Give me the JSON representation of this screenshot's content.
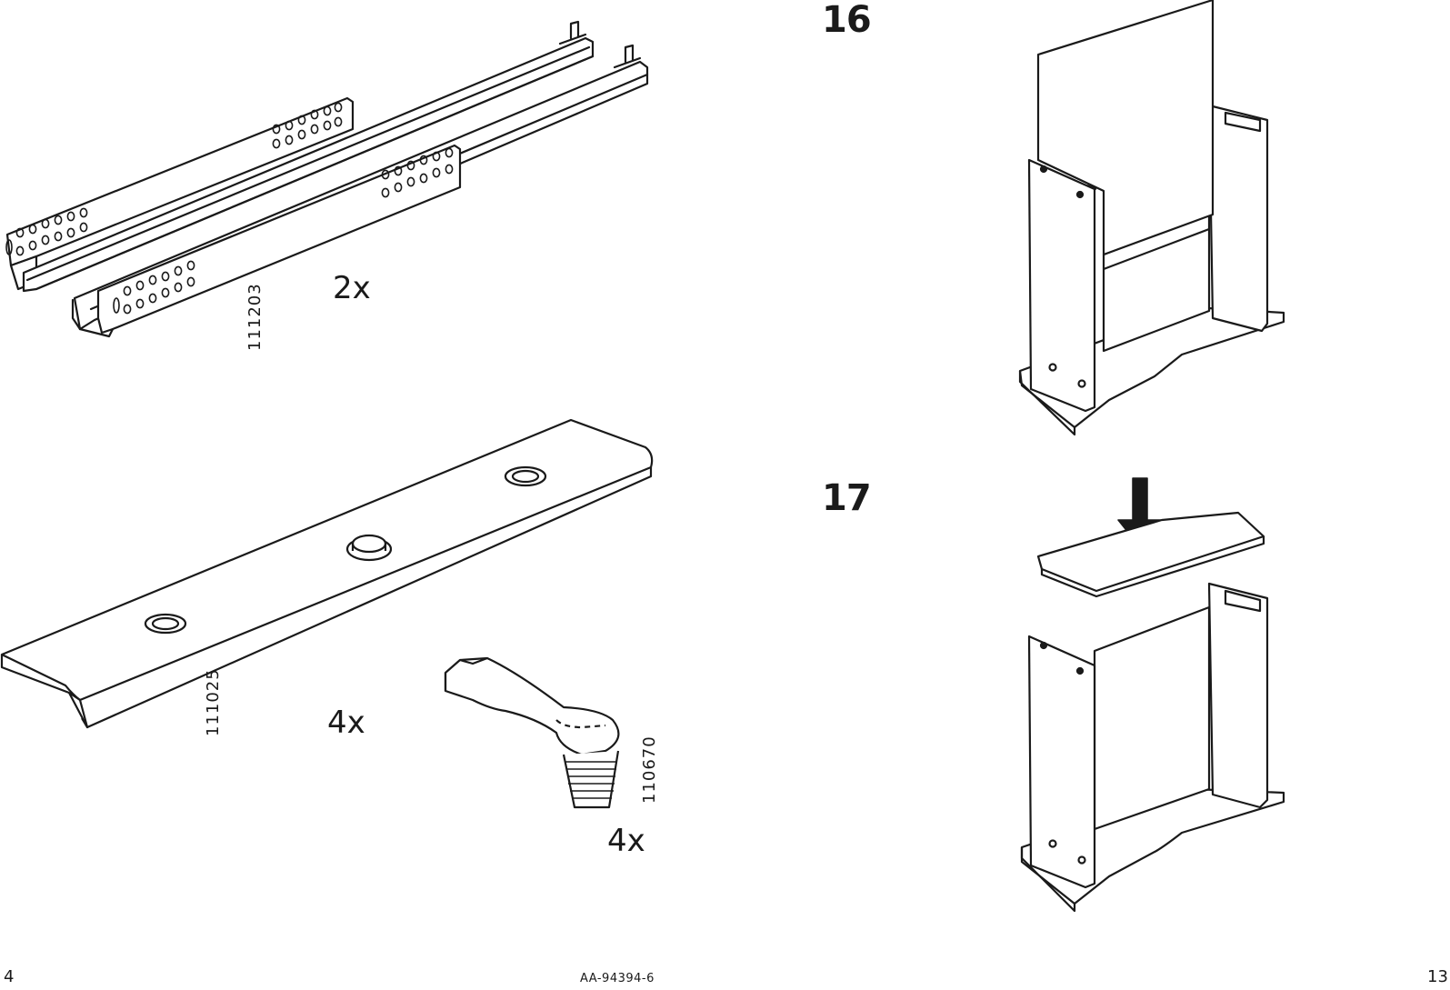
{
  "left_page": {
    "parts": [
      {
        "id": "drawer-runner",
        "article_number": "111203",
        "quantity": "2x"
      },
      {
        "id": "support-rail",
        "article_number": "111025",
        "quantity": "4x"
      },
      {
        "id": "leveling-foot",
        "article_number": "110670",
        "quantity": "4x"
      }
    ],
    "page_number": "4"
  },
  "right_page": {
    "steps": [
      {
        "number": "16"
      },
      {
        "number": "17"
      }
    ],
    "page_number": "13"
  },
  "footer": {
    "document_code": "AA-94394-6"
  },
  "colors": {
    "ink": "#1a1a1a",
    "paper": "#ffffff"
  },
  "icons": {
    "step17_arrow": "down-arrow-icon"
  }
}
